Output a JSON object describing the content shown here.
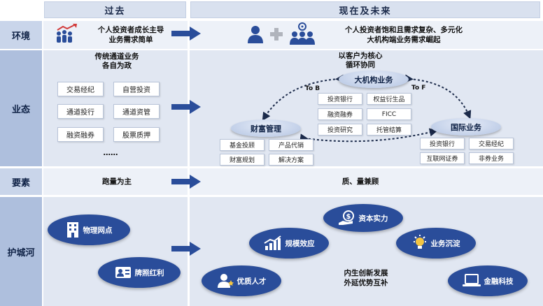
{
  "headers": {
    "past": "过去",
    "future": "现在及未来"
  },
  "rows": {
    "environment": "环境",
    "business": "业态",
    "elements": "要素",
    "moat": "护城河"
  },
  "environment": {
    "past": [
      "个人投资者成长主导",
      "业务需求简单"
    ],
    "future": [
      "个人投资者饱和且需求复杂、多元化",
      "大机构端业务需求崛起"
    ],
    "icons": [
      "crowd-growth-icon",
      "person-icon",
      "plus-icon",
      "group-icon"
    ]
  },
  "business": {
    "past_title": [
      "传统通道业务",
      "各自为政"
    ],
    "past_items": [
      "交易经纪",
      "自营投资",
      "通道投行",
      "通道资管",
      "融资融券",
      "股票质押"
    ],
    "past_more": "……",
    "future_title": [
      "以客户为核心",
      "循环协同"
    ],
    "institutional": {
      "name": "大机构业务",
      "items": [
        "投资银行",
        "权益衍生品",
        "融资融券",
        "FICC",
        "投资研究",
        "托管结算"
      ]
    },
    "wealth": {
      "name": "财富管理",
      "items": [
        "基金投顾",
        "产品代销",
        "财富规划",
        "解决方案"
      ]
    },
    "international": {
      "name": "国际业务",
      "items": [
        "投资银行",
        "交易经纪",
        "互联网证券",
        "非券业务"
      ]
    },
    "to_b": "To B",
    "to_f": "To F"
  },
  "elements": {
    "past": "跑量为主",
    "future": "质、量兼顾"
  },
  "moat": {
    "past": [
      {
        "label": "物理网点",
        "icon": "building-icon"
      },
      {
        "label": "牌照红利",
        "icon": "license-card-icon"
      }
    ],
    "future": [
      {
        "label": "资本实力",
        "icon": "money-hand-icon"
      },
      {
        "label": "规模效应",
        "icon": "growth-chart-icon"
      },
      {
        "label": "业务沉淀",
        "icon": "lightbulb-icon"
      },
      {
        "label": "优质人才",
        "icon": "talent-icon"
      },
      {
        "label": "金融科技",
        "icon": "laptop-icon"
      }
    ],
    "center": [
      "内生创新发展",
      "外延优势互补"
    ]
  },
  "colors": {
    "accent": "#2a4d9a",
    "header_bg": "#d9e1ef",
    "band": "#e1e7f2"
  }
}
